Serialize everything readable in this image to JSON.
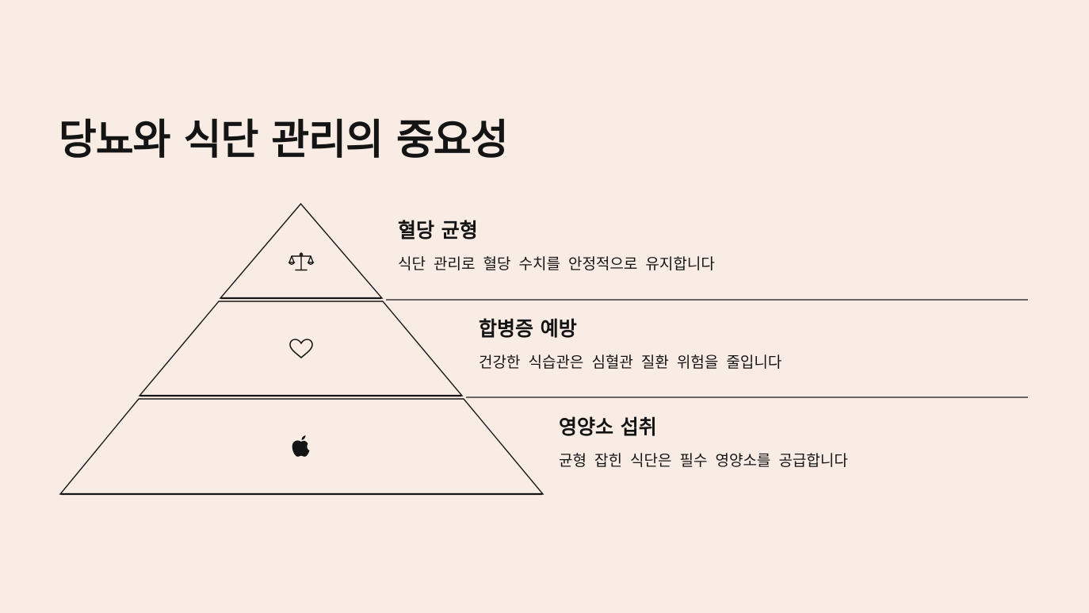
{
  "title": "당뇨와 식단 관리의 중요성",
  "tiers": [
    {
      "heading": "혈당 균형",
      "description": "식단 관리로 혈당 수치를 안정적으로 유지합니다",
      "icon": "balance-scale-icon"
    },
    {
      "heading": "합병증 예방",
      "description": "건강한 식습관은 심혈관 질환 위험을 줄입니다",
      "icon": "heart-icon"
    },
    {
      "heading": "영양소 섭취",
      "description": "균형 잡힌 식단은 필수 영양소를 공급합니다",
      "icon": "apple-icon"
    }
  ],
  "colors": {
    "background": "#f8ece4",
    "ink": "#141414"
  }
}
